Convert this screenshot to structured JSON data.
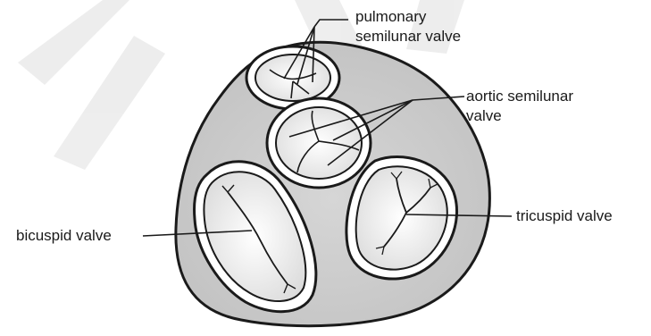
{
  "labels": {
    "pulmonary_line1": "pulmonary",
    "pulmonary_line2": "semilunar valve",
    "aortic_line1": "aortic semilunar",
    "aortic_line2": "valve",
    "tricuspid": "tricuspid valve",
    "bicuspid": "bicuspid valve"
  },
  "colors": {
    "outline": "#1a1a1a",
    "heart_fill": "#cfcfcf",
    "ring_fill": "#ffffff",
    "valve_inner": "#eeeeee",
    "watermark": "#e9e9e9"
  }
}
